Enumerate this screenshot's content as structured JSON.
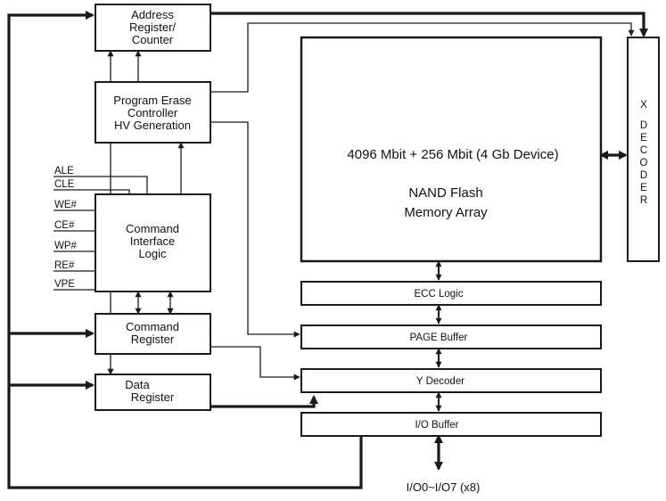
{
  "blocks": {
    "address_register": [
      "Address",
      "Register/",
      "Counter"
    ],
    "program_erase": [
      "Program Erase",
      "Controller",
      "HV Generation"
    ],
    "command_interface": [
      "Command",
      "Interface",
      "Logic"
    ],
    "command_register": [
      "Command",
      "Register"
    ],
    "data_register": [
      "Data",
      "Register"
    ],
    "memory_array": [
      "4096 Mbit + 256 Mbit (4 Gb Device)",
      "NAND Flash",
      "Memory Array"
    ],
    "x_decoder": [
      "X",
      "D",
      "E",
      "C",
      "O",
      "D",
      "E",
      "R"
    ],
    "ecc_logic": "ECC Logic",
    "page_buffer": "PAGE Buffer",
    "y_decoder": "Y Decoder",
    "io_buffer": "I/O Buffer"
  },
  "signals": [
    "ALE",
    "CLE",
    "WE#",
    "CE#",
    "WP#",
    "RE#",
    "VPE"
  ],
  "io_label": "I/O0~I/O7 (x8)",
  "colors": {
    "line": "#1a1a1a",
    "background": "#ffffff"
  }
}
